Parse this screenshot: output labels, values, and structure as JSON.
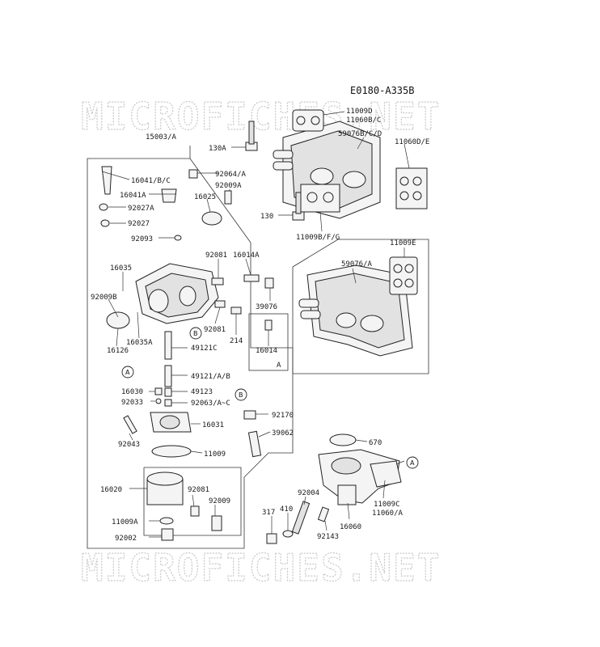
{
  "diagram_code": "E0180-A335B",
  "watermark": "MICROFICHES.NET",
  "callouts": {
    "A": "A",
    "B": "B"
  },
  "labels": {
    "p15003A": "15003/A",
    "p16041BC": "16041/B/C",
    "p92064A": "92064/A",
    "p16041A": "16041A",
    "p92009A": "92009A",
    "p92027A": "92027A",
    "p16025": "16025",
    "p92027": "92027",
    "p92093": "92093",
    "p92081a": "92081",
    "p16014A": "16014A",
    "p16035": "16035",
    "p92009B": "92009B",
    "p39076": "39076",
    "p92081b": "92081",
    "p214": "214",
    "p16035A": "16035A",
    "p16126": "16126",
    "p49121C": "49121C",
    "p16014": "16014",
    "pBoxA": "A",
    "p49121AB": "49121/A/B",
    "p16030": "16030",
    "p49123": "49123",
    "p92033": "92033",
    "p92063AC": "92063/A~C",
    "p92170": "92170",
    "p16031": "16031",
    "p92043": "92043",
    "p39062": "39062",
    "p11009": "11009",
    "p16020": "16020",
    "p92081c": "92081",
    "p92009": "92009",
    "p11009A": "11009A",
    "p92002": "92002",
    "p11009D": "11009D",
    "p11060BC": "11060B/C",
    "p130A": "130A",
    "p59076BCD": "59076B/C/D",
    "p11060DE": "11060D/E",
    "p130": "130",
    "p11009BFG": "11009B/F/G",
    "p11009E": "11009E",
    "p59076A": "59076/A",
    "p670": "670",
    "p92004": "92004",
    "p11009C": "11009C",
    "p11060A": "11060/A",
    "p317": "317",
    "p410": "410",
    "p16060": "16060",
    "p92143": "92143"
  }
}
